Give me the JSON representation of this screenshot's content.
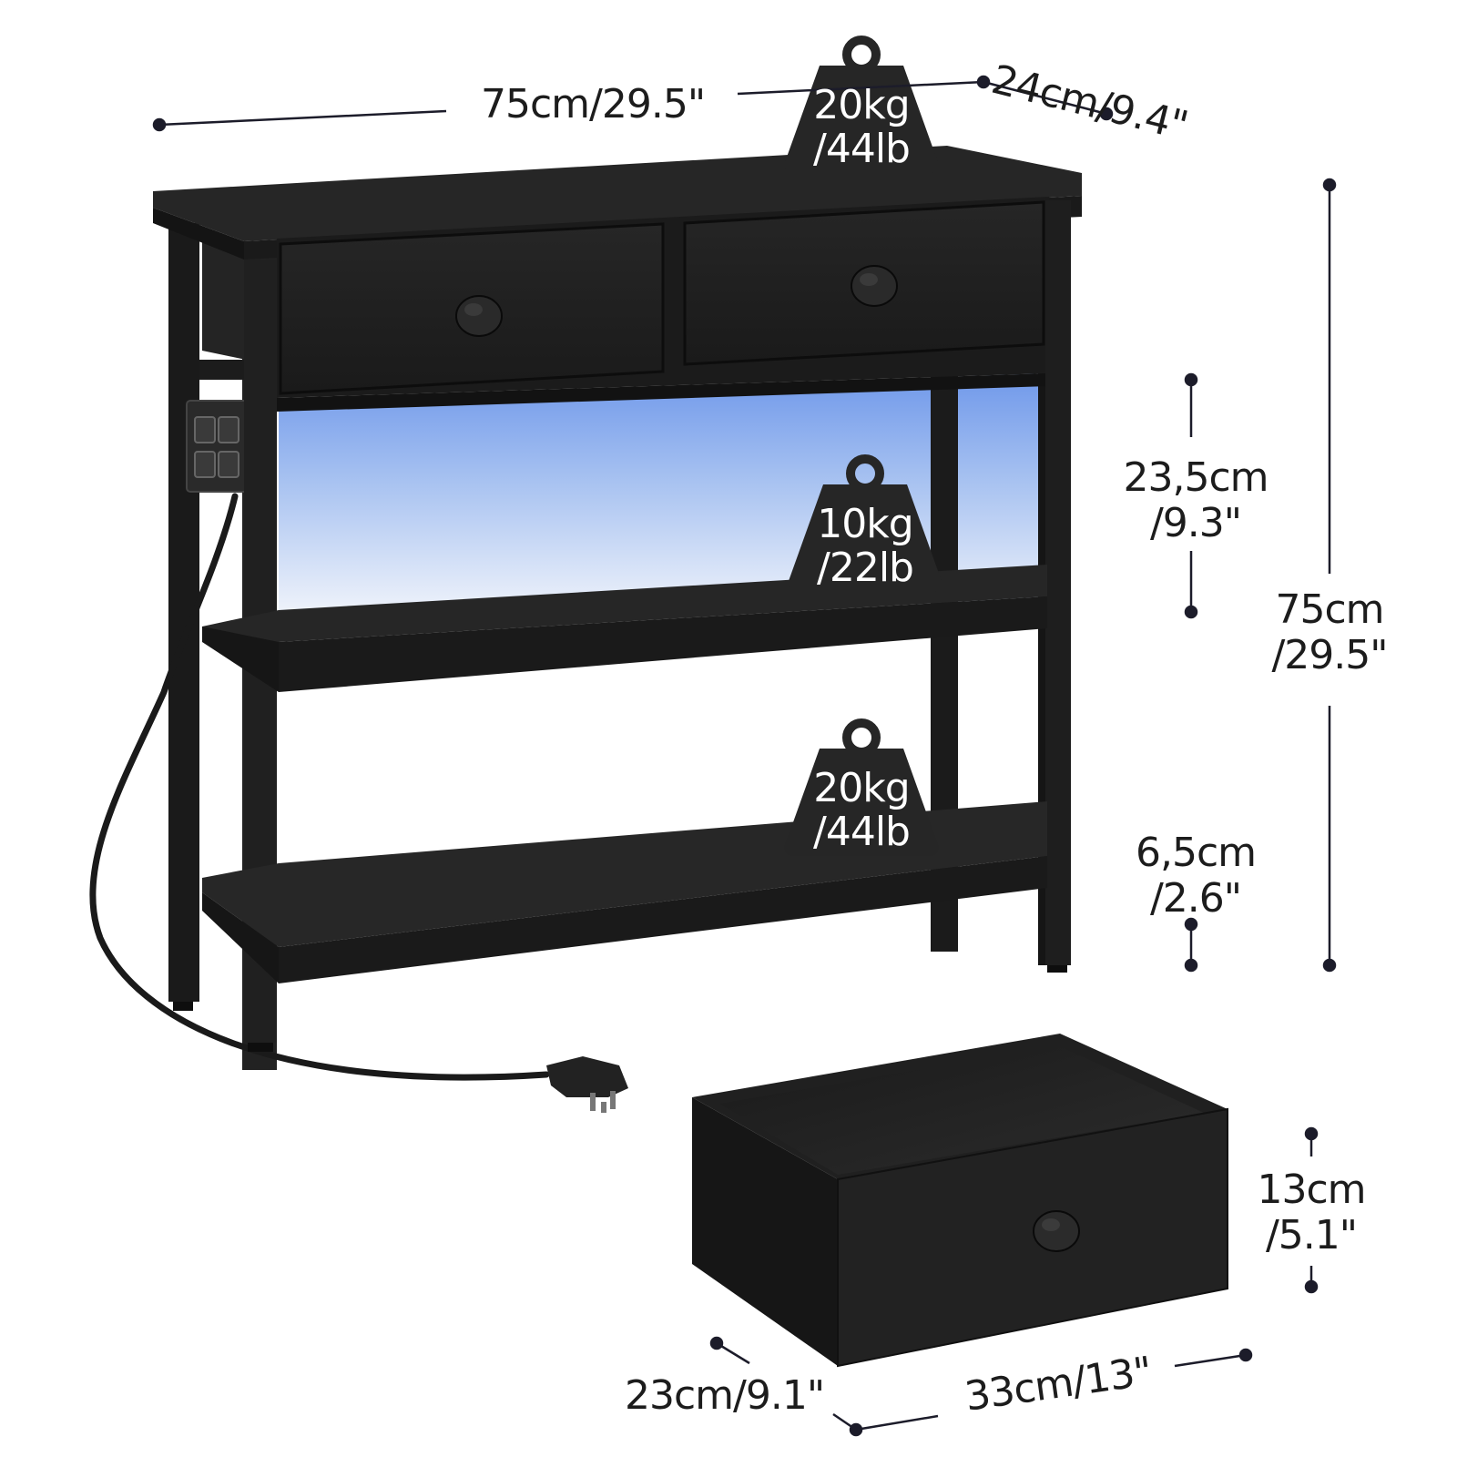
{
  "dimensions": {
    "width": "75cm/29.5\"",
    "depth": "24cm/9.4\"",
    "height_line1": "75cm",
    "height_line2": "/29.5\"",
    "drawer_gap_line1": "23,5cm",
    "drawer_gap_line2": "/9.3\"",
    "bottom_clearance_line1": "6,5cm",
    "bottom_clearance_line2": "/2.6\"",
    "drawer_height_line1": "13cm",
    "drawer_height_line2": "/5.1\"",
    "drawer_depth": "23cm/9.1\"",
    "drawer_width": "33cm/13\""
  },
  "weights": {
    "top": {
      "line1": "20kg",
      "line2": "/44lb"
    },
    "middle": {
      "line1": "10kg",
      "line2": "/22lb"
    },
    "bottom": {
      "line1": "20kg",
      "line2": "/44lb"
    }
  },
  "colors": {
    "furniture": "#1e1e1e",
    "furniture_edge": "#101010",
    "led_glow": "#7fa6ee",
    "weight_badge": "#262626",
    "dimension_line": "#1c1c2a"
  }
}
